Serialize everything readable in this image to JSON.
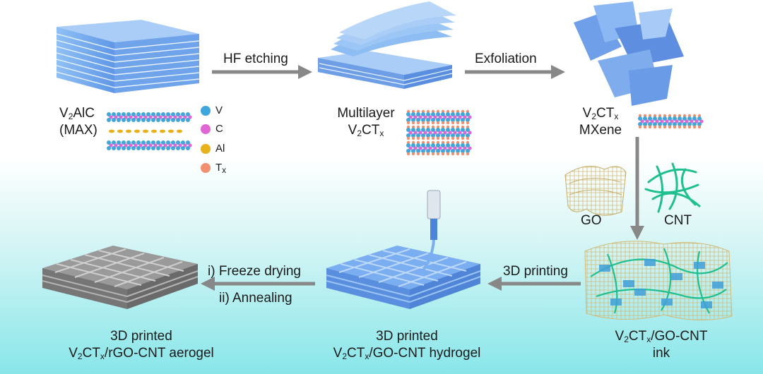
{
  "colors": {
    "mxene_blue": "#7aaef0",
    "v_atom": "#3ea7dc",
    "c_atom": "#e066d4",
    "al_atom": "#e8b21c",
    "tx_atom": "#f09070",
    "aerogel_gray": "#8a8a8a",
    "arrow_gray": "#888888",
    "cnt_green": "#1fbf8f",
    "go_tan": "#d9c58c"
  },
  "steps": {
    "hf_etching": "HF etching",
    "exfoliation": "Exfoliation",
    "printing": "3D printing",
    "freeze_drying": "i) Freeze drying",
    "annealing": "ii) Annealing"
  },
  "max": {
    "formula_main": "V",
    "formula_sub1": "2",
    "formula_rest": "AlC",
    "label2": "(MAX)"
  },
  "legend": {
    "v": "V",
    "c": "C",
    "al": "Al",
    "tx_main": "T",
    "tx_sub": "x"
  },
  "multilayer": {
    "line1": "Multilayer",
    "l2_a": "V",
    "l2_sub": "2",
    "l2_b": "CT",
    "l2_sub2": "x"
  },
  "mxene": {
    "l1_a": "V",
    "l1_sub": "2",
    "l1_b": "CT",
    "l1_sub2": "x",
    "line2": "MXene"
  },
  "additives": {
    "go": "GO",
    "cnt": "CNT"
  },
  "ink": {
    "l1_a": "V",
    "l1_sub": "2",
    "l1_b": "CT",
    "l1_sub2": "x",
    "l1_c": "/GO-CNT",
    "line2": "ink"
  },
  "hydrogel": {
    "line1": "3D printed",
    "l2_a": "V",
    "l2_sub": "2",
    "l2_b": "CT",
    "l2_sub2": "x",
    "l2_c": "/GO-CNT hydrogel"
  },
  "aerogel": {
    "line1": "3D printed",
    "l2_a": "V",
    "l2_sub": "2",
    "l2_b": "CT",
    "l2_sub2": "x",
    "l2_c": "/rGO-CNT aerogel"
  }
}
